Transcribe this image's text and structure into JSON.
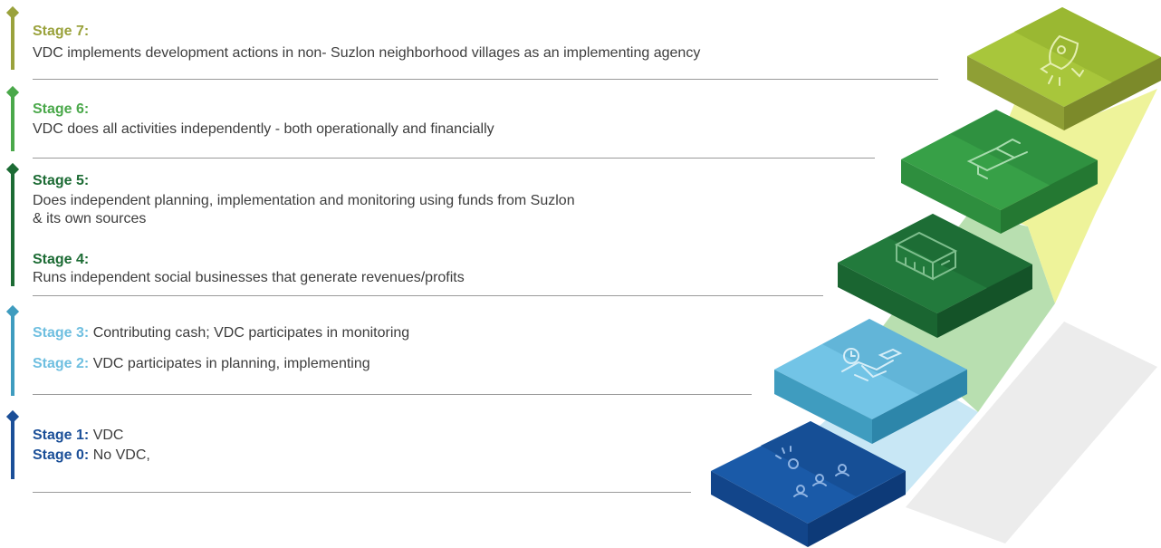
{
  "colors": {
    "olive": "#9aa23c",
    "green_light": "#4aa84a",
    "green_dark": "#1c6b34",
    "teal": "#3f9cbf",
    "navy": "#1b4f98",
    "text": "#3d3d3d",
    "rule": "#9a9a9a",
    "step7": "#a8c63b",
    "step6": "#37a047",
    "step5": "#227a3c",
    "step4": "#72c4e6",
    "step3": "#1a5aa8",
    "beam_yellow": "#eef39a",
    "beam_green": "#b8dfb0",
    "beam_blue": "#c8e7f5"
  },
  "stages": {
    "s7": {
      "heading": "Stage 7:",
      "text": "VDC implements development actions in non- Suzlon neighborhood villages as an implementing agency"
    },
    "s6": {
      "heading": "Stage 6:",
      "text": "VDC does all activities independently - both operationally and financially"
    },
    "s5": {
      "heading": "Stage 5:",
      "line1": "Does independent planning, implementation and monitoring using funds from Suzlon",
      "line2": "& its own sources"
    },
    "s4": {
      "heading": "Stage 4:",
      "text": "Runs independent social businesses that generate revenues/profits"
    },
    "s3": {
      "heading": "Stage 3:",
      "text": " Contributing cash; VDC participates in monitoring"
    },
    "s2": {
      "heading": "Stage 2:",
      "text": " VDC participates in planning, implementing"
    },
    "s1": {
      "heading": "Stage 1:",
      "text": " VDC"
    },
    "s0": {
      "heading": "Stage 0:",
      "text": " No VDC,"
    }
  },
  "icons": [
    "rocket-icon",
    "megaphone-icon",
    "building-icon",
    "handshake-clock-icon",
    "people-idea-icon"
  ]
}
